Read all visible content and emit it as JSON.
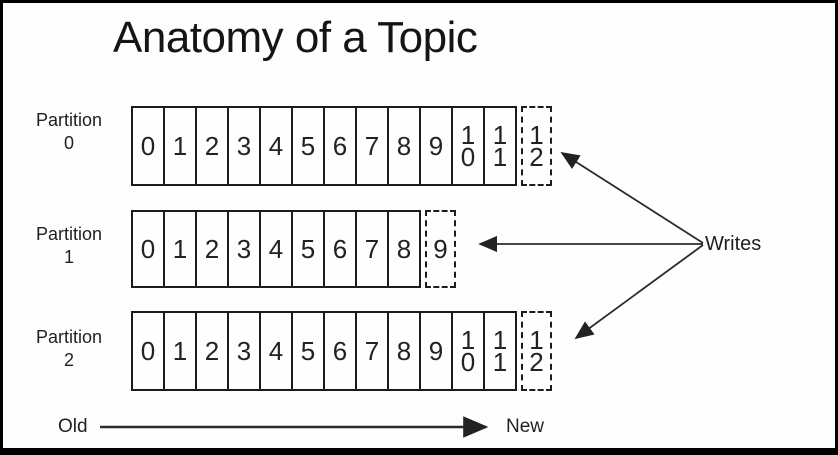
{
  "title": "Anatomy of a Topic",
  "writes_label": "Writes",
  "axis": {
    "old_label": "Old",
    "new_label": "New"
  },
  "partitions": [
    {
      "name": "Partition",
      "number": "0",
      "cells": [
        "0",
        "1",
        "2",
        "3",
        "4",
        "5",
        "6",
        "7",
        "8",
        "9",
        "10",
        "11"
      ],
      "pending_cell": "12"
    },
    {
      "name": "Partition",
      "number": "1",
      "cells": [
        "0",
        "1",
        "2",
        "3",
        "4",
        "5",
        "6",
        "7",
        "8"
      ],
      "pending_cell": "9"
    },
    {
      "name": "Partition",
      "number": "2",
      "cells": [
        "0",
        "1",
        "2",
        "3",
        "4",
        "5",
        "6",
        "7",
        "8",
        "9",
        "10",
        "11"
      ],
      "pending_cell": "12"
    }
  ],
  "colors": {
    "background": "#fefefe",
    "frame_border": "#000000",
    "line": "#1c1c1c",
    "text": "#1a1a1a"
  }
}
